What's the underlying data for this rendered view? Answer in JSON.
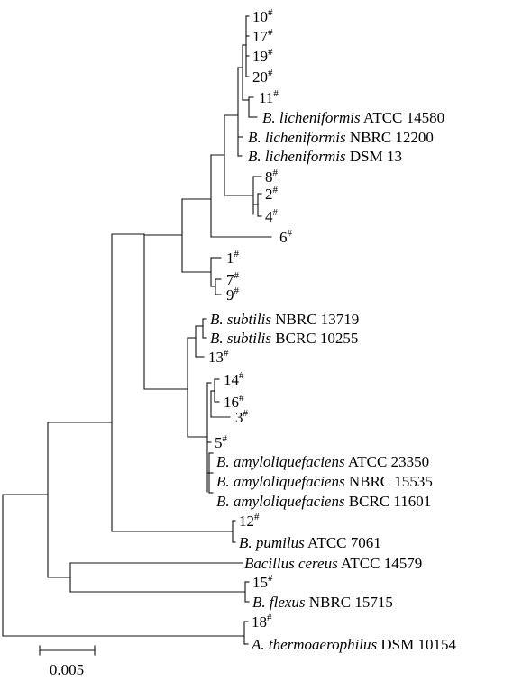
{
  "scale_bar": {
    "label": "0.005"
  },
  "taxa": {
    "t10": {
      "name": "10",
      "sup": "#"
    },
    "t17": {
      "name": "17",
      "sup": "#"
    },
    "t19": {
      "name": "19",
      "sup": "#"
    },
    "t20": {
      "name": "20",
      "sup": "#"
    },
    "t11": {
      "name": "11",
      "sup": "#"
    },
    "lich_atcc": {
      "species": "B. licheniformis",
      "strain": "ATCC 14580"
    },
    "lich_nbrc": {
      "species": "B. licheniformis",
      "strain": "NBRC 12200"
    },
    "lich_dsm": {
      "species": "B. licheniformis",
      "strain": "DSM 13"
    },
    "t8": {
      "name": "8",
      "sup": "#"
    },
    "t2": {
      "name": "2",
      "sup": "#"
    },
    "t4": {
      "name": "4",
      "sup": "#"
    },
    "t6": {
      "name": "6",
      "sup": "#"
    },
    "t1": {
      "name": "1",
      "sup": "#"
    },
    "t7": {
      "name": "7",
      "sup": "#"
    },
    "t9": {
      "name": "9",
      "sup": "#"
    },
    "sub_nbrc": {
      "species": "B. subtilis",
      "strain": "NBRC 13719"
    },
    "sub_bcrc": {
      "species": "B. subtilis",
      "strain": "BCRC 10255"
    },
    "t13": {
      "name": "13",
      "sup": "#"
    },
    "t14": {
      "name": "14",
      "sup": "#"
    },
    "t16": {
      "name": "16",
      "sup": "#"
    },
    "t3": {
      "name": "3",
      "sup": "#"
    },
    "t5": {
      "name": "5",
      "sup": "#"
    },
    "amy_atcc": {
      "species": "B. amyloliquefaciens",
      "strain": "ATCC 23350"
    },
    "amy_nbrc": {
      "species": "B. amyloliquefaciens",
      "strain": "NBRC 15535"
    },
    "amy_bcrc": {
      "species": "B. amyloliquefaciens",
      "strain": "BCRC 11601"
    },
    "t12": {
      "name": "12",
      "sup": "#"
    },
    "pum": {
      "species": "B. pumilus",
      "strain": "ATCC 7061"
    },
    "cereus": {
      "species": "Bacillus cereus",
      "strain": "ATCC 14579"
    },
    "t15": {
      "name": "15",
      "sup": "#"
    },
    "flexus": {
      "species": "B. flexus",
      "strain": "NBRC 15715"
    },
    "t18": {
      "name": "18",
      "sup": "#"
    },
    "thermo": {
      "species": "A. thermoaerophilus",
      "strain": "DSM 10154"
    }
  }
}
